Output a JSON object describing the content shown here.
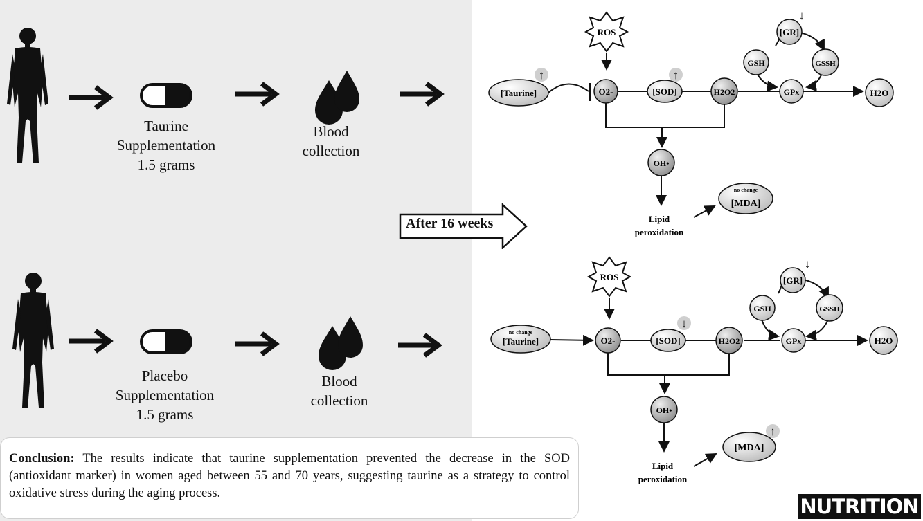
{
  "left": {
    "top_row": {
      "supplement_label": "Taurine\nSupplementation\n1.5 grams",
      "collection_label": "Blood\ncollection"
    },
    "bottom_row": {
      "supplement_label": "Placebo\nSupplementation\n1.5 grams",
      "collection_label": "Blood\ncollection"
    }
  },
  "after_label": "After 16 weeks",
  "top_diagram": {
    "ros": "ROS",
    "taurine": "[Taurine]",
    "o2": "O2-",
    "sod": "[SOD]",
    "h2o2": "H2O2",
    "gr": "[GR]",
    "gsh": "GSH",
    "gssh": "GSSH",
    "gpx": "GPx",
    "h2o": "H2O",
    "oh": "OH•",
    "lipid": "Lipid\nperoxidation",
    "mda_note": "no change",
    "mda": "[MDA]"
  },
  "bottom_diagram": {
    "ros": "ROS",
    "taurine_note": "no change",
    "taurine": "[Taurine]",
    "o2": "O2-",
    "sod": "[SOD]",
    "h2o2": "H2O2",
    "gr": "[GR]",
    "gsh": "GSH",
    "gssh": "GSSH",
    "gpx": "GPx",
    "h2o": "H2O",
    "oh": "OH•",
    "lipid": "Lipid\nperoxidation",
    "mda": "[MDA]"
  },
  "conclusion": {
    "heading": "Conclusion:",
    "text": " The results indicate that taurine supplementation prevented the decrease in the SOD (antioxidant marker) in women aged between 55 and 70 years, suggesting taurine as a  strategy to control oxidative stress during the aging process."
  },
  "brand": "NUTRITION"
}
